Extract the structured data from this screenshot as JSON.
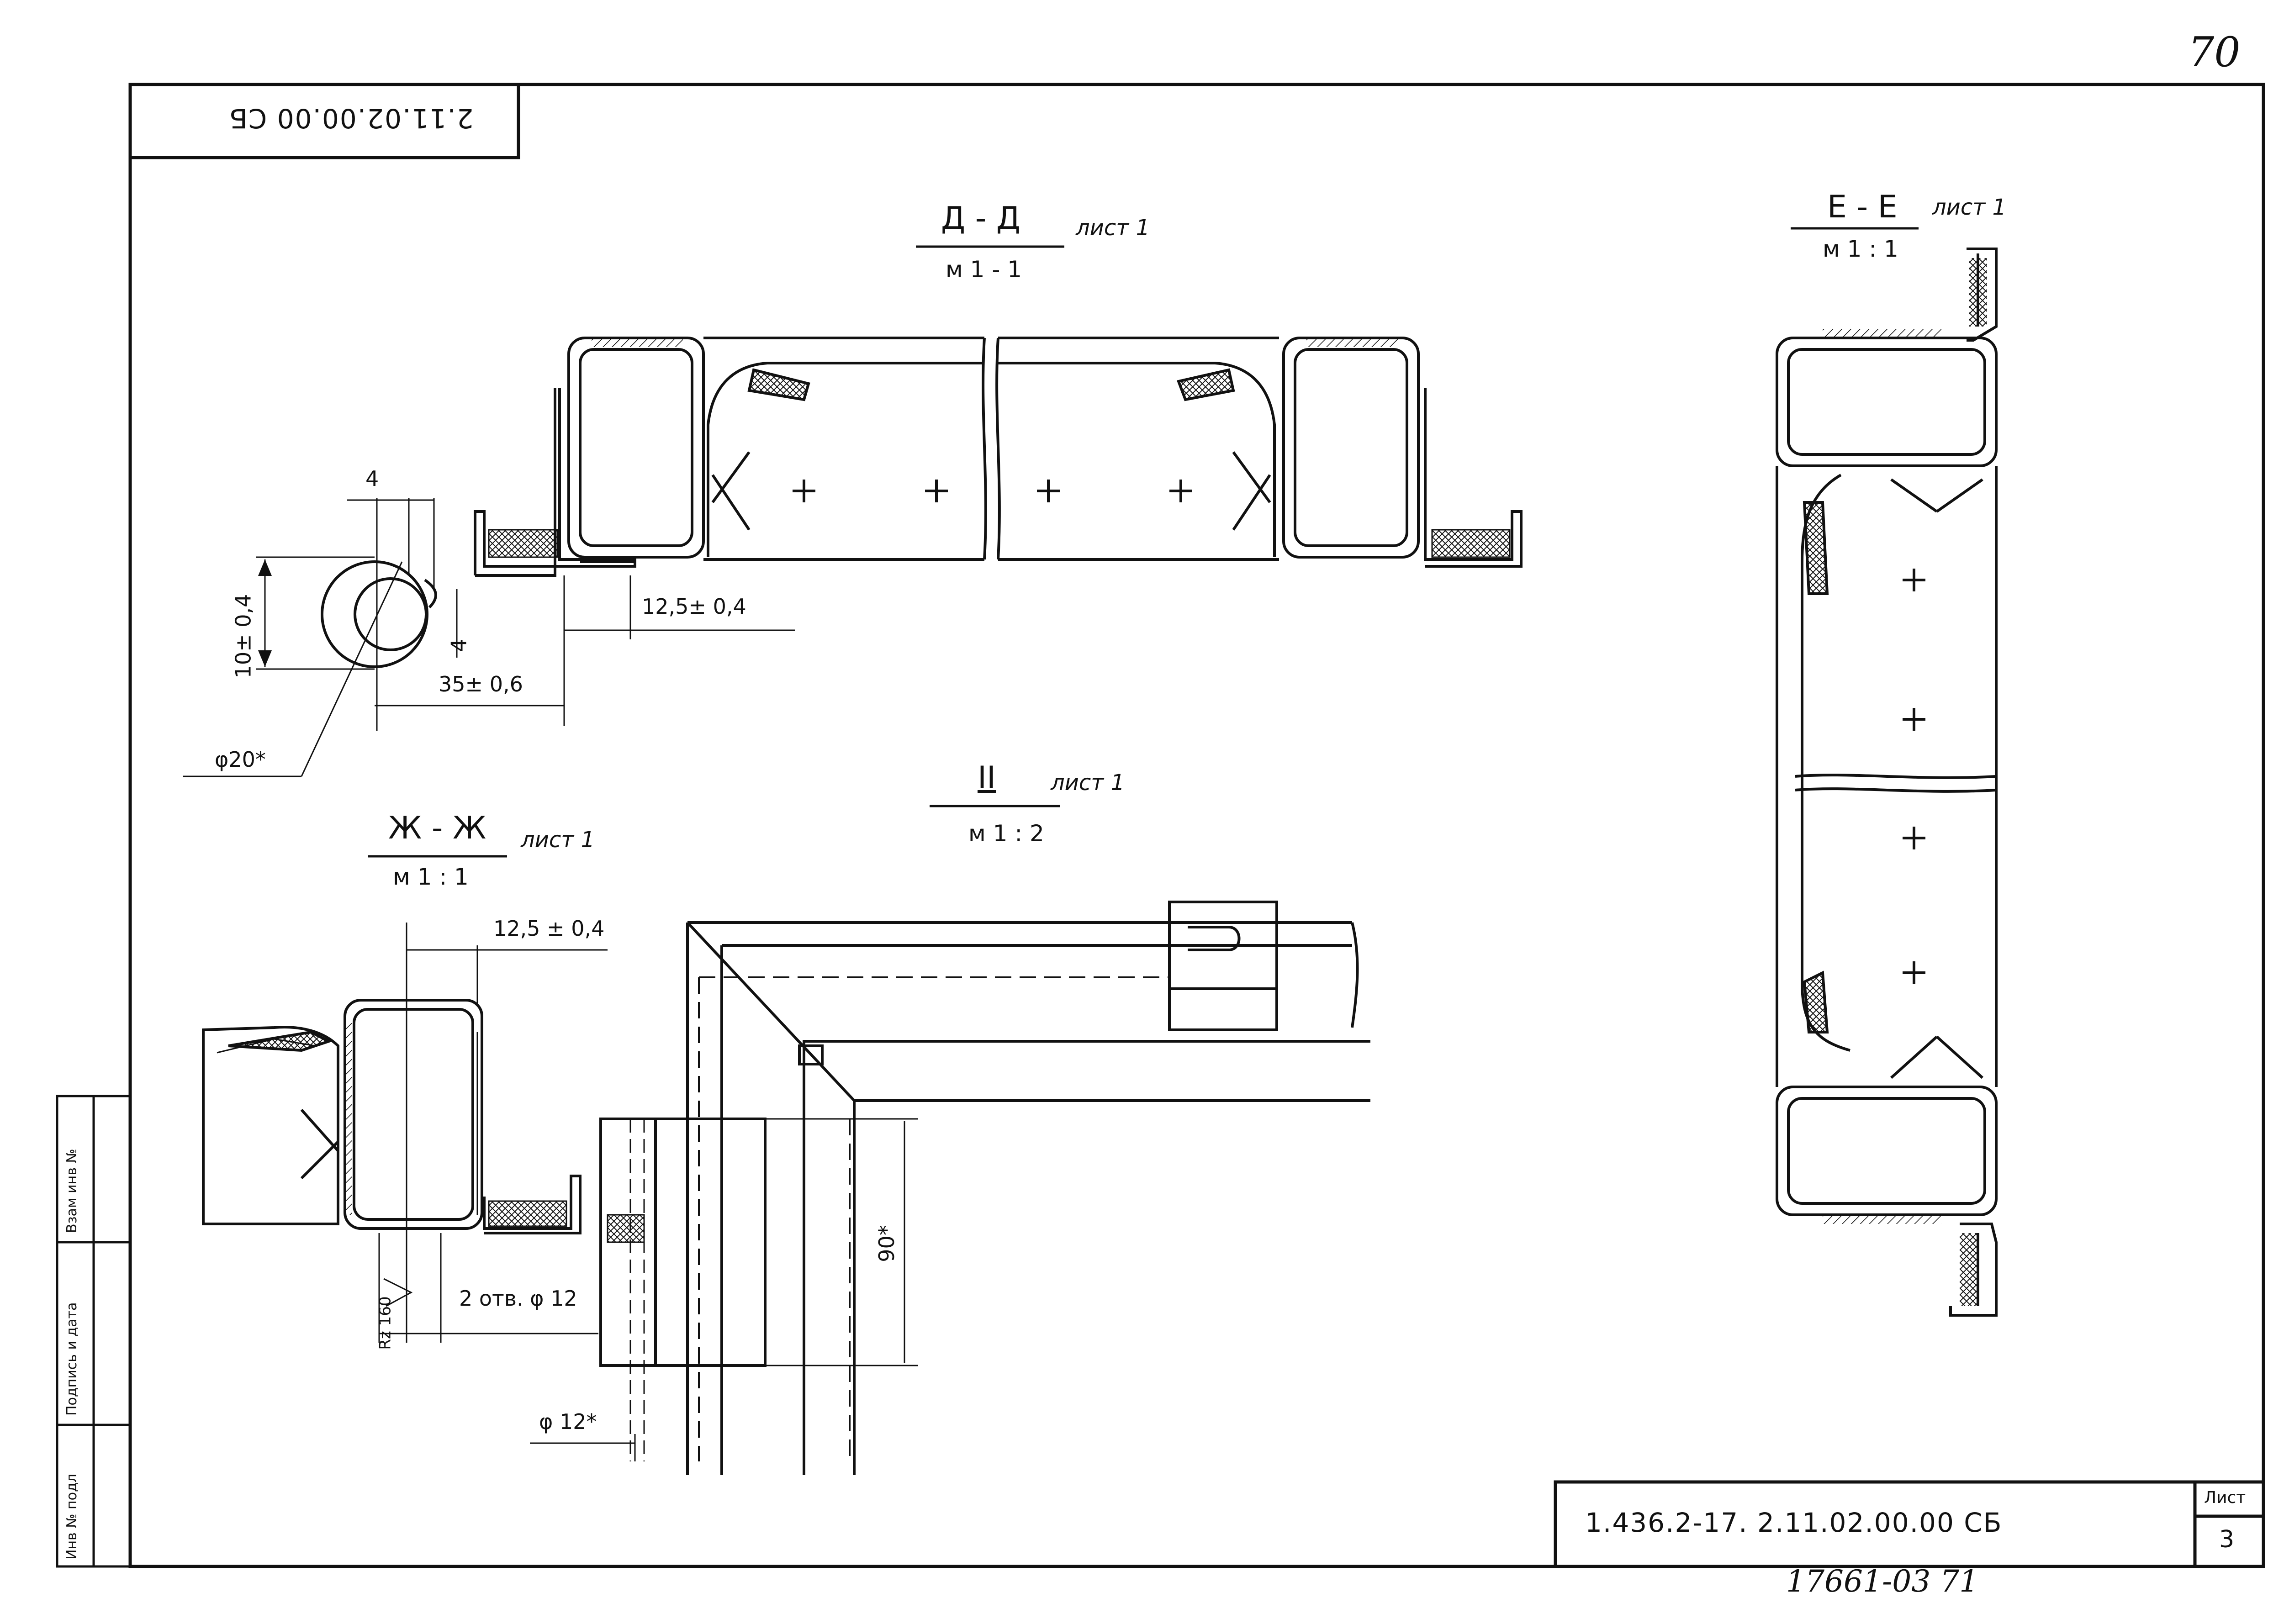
{
  "page_number_handwritten": "70",
  "top_stamp_code": "2.11.02.00.00 СБ",
  "sections": {
    "dd": {
      "title": "Д - Д",
      "ref": "лист 1",
      "scale": "м 1 - 1"
    },
    "ee": {
      "title": "Е - Е",
      "ref": "лист 1",
      "scale": "м 1 : 1"
    },
    "zhzh": {
      "title": "Ж - Ж",
      "ref": "лист 1",
      "scale": "м 1 : 1"
    },
    "ii": {
      "title": "II",
      "ref": "лист 1",
      "scale": "м 1 : 2"
    }
  },
  "dimensions": {
    "d4_top": "4",
    "d4_side": "4",
    "d10": "10± 0,4",
    "d12_5_dd": "12,5± 0,4",
    "d35": "35± 0,6",
    "phi20": "φ20*",
    "d12_5_zh": "12,5 ± 0,4",
    "rz": "Rz 160",
    "holes": "2 отв. φ 12",
    "d90": "90*",
    "phi12": "φ 12*"
  },
  "side_stamp": {
    "col1": "Инв № подл",
    "col2": "Подпись и дата",
    "col3": "Взам инв №"
  },
  "title_block": {
    "designation": "1.436.2-17. 2.11.02.00.00 СБ",
    "sheet_label": "Лист",
    "sheet_number": "3"
  },
  "bottom_code": "17661-03 71"
}
